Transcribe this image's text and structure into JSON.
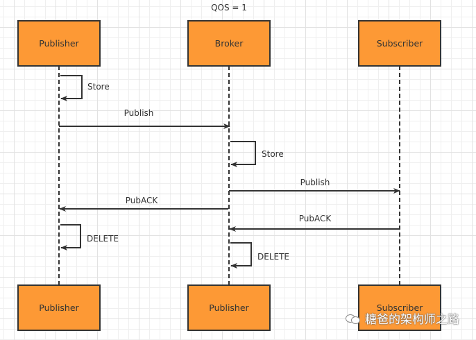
{
  "title": "QOS = 1",
  "colors": {
    "box_fill": "#fd9935",
    "box_stroke": "#333333",
    "line": "#333333"
  },
  "participants_top": [
    {
      "label": "Publisher"
    },
    {
      "label": "Broker"
    },
    {
      "label": "Subscriber"
    }
  ],
  "participants_bottom": [
    {
      "label": "Publisher"
    },
    {
      "label": "Publisher"
    },
    {
      "label": "Subscriber"
    }
  ],
  "messages": [
    {
      "label": "Store",
      "from": 0,
      "to": 0,
      "type": "self"
    },
    {
      "label": "Publish",
      "from": 0,
      "to": 1,
      "type": "arrow"
    },
    {
      "label": "Store",
      "from": 1,
      "to": 1,
      "type": "self"
    },
    {
      "label": "Publish",
      "from": 1,
      "to": 2,
      "type": "arrow"
    },
    {
      "label": "PubACK",
      "from": 1,
      "to": 0,
      "type": "arrow"
    },
    {
      "label": "PubACK",
      "from": 2,
      "to": 1,
      "type": "arrow"
    },
    {
      "label": "DELETE",
      "from": 0,
      "to": 0,
      "type": "self"
    },
    {
      "label": "DELETE",
      "from": 1,
      "to": 1,
      "type": "self"
    }
  ],
  "watermark": {
    "icon": "wechat-icon",
    "text": "糖爸的架构师之路"
  }
}
